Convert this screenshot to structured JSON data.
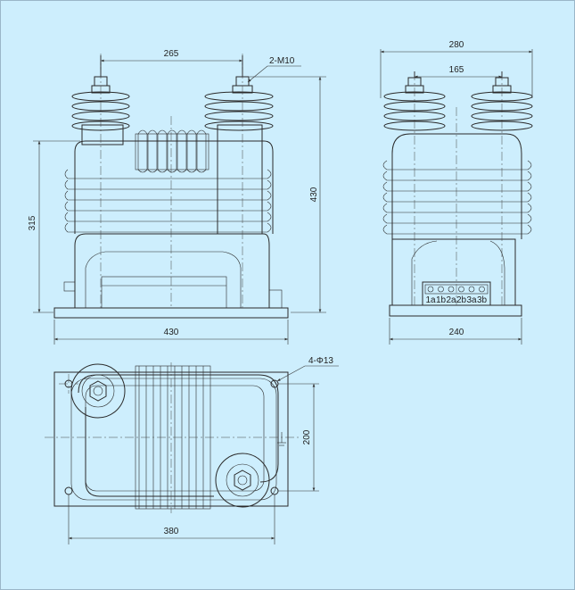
{
  "front_view": {
    "dim_terminal_spacing": "265",
    "dim_thread": "2-M10",
    "dim_total_height": "430",
    "dim_body_height": "315",
    "dim_base_width": "430"
  },
  "side_view": {
    "dim_overall_width": "280",
    "dim_terminal_spacing": "165",
    "dim_base_width": "240",
    "terminal_labels": [
      "1a",
      "1b",
      "2a",
      "2b",
      "3a",
      "3b"
    ]
  },
  "top_view": {
    "dim_holes": "4-Φ13",
    "dim_hole_spacing_y": "200",
    "dim_hole_spacing_x": "380"
  },
  "colors": {
    "background": "#cdeefd",
    "line": "#2a2a2a",
    "border": "#9ab6c8"
  }
}
